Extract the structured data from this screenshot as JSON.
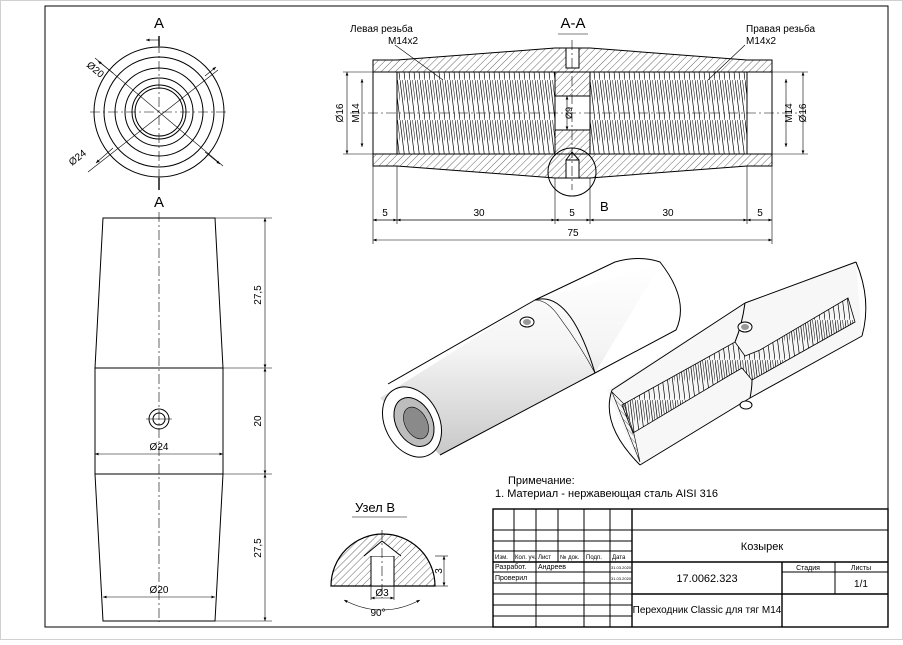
{
  "views": {
    "top_label": "A",
    "front_label": "A",
    "section_title": "A-A",
    "node_title": "Узел B",
    "detail_marker": "B"
  },
  "annotations": {
    "left_thread_l1": "Левая резьба",
    "left_thread_l2": "M14x2",
    "right_thread_l1": "Правая резьба",
    "right_thread_l2": "M14x2"
  },
  "dims": {
    "top_d20": "Ø20",
    "top_d24": "Ø24",
    "sec_d16_left": "Ø16",
    "sec_m14_left": "M14",
    "sec_d9": "Ø9",
    "sec_m14_right": "M14",
    "sec_d16_right": "Ø16",
    "seg_5a": "5",
    "seg_30a": "30",
    "seg_5b": "5",
    "seg_30b": "30",
    "seg_5c": "5",
    "total_75": "75",
    "front_27_5_top": "27,5",
    "front_20": "20",
    "front_27_5_bottom": "27,5",
    "front_d24": "Ø24",
    "front_d20": "Ø20",
    "node_3": "3",
    "node_d3": "Ø3",
    "node_90": "90°"
  },
  "note": {
    "title": "Примечание:",
    "item": "1.  Материал - нержавеющая сталь AISI 316"
  },
  "title_block": {
    "company": "Козырек",
    "doc_number": "17.0062.323",
    "part_name": "Переходник Classic для тяг M14",
    "col_izm": "Изм.",
    "col_kol": "Кол. уч.",
    "col_list": "Лист",
    "col_ndok": "№ док.",
    "col_podp": "Подп.",
    "col_data": "Дата",
    "role_1": "Разработ.",
    "name_1": "Андреев",
    "date_1": "31.03.2020",
    "role_2": "Проверил",
    "date_2": "31.03.2020",
    "stage_label": "Стадия",
    "sheets_label": "Листы",
    "sheets_value": "1/1"
  }
}
